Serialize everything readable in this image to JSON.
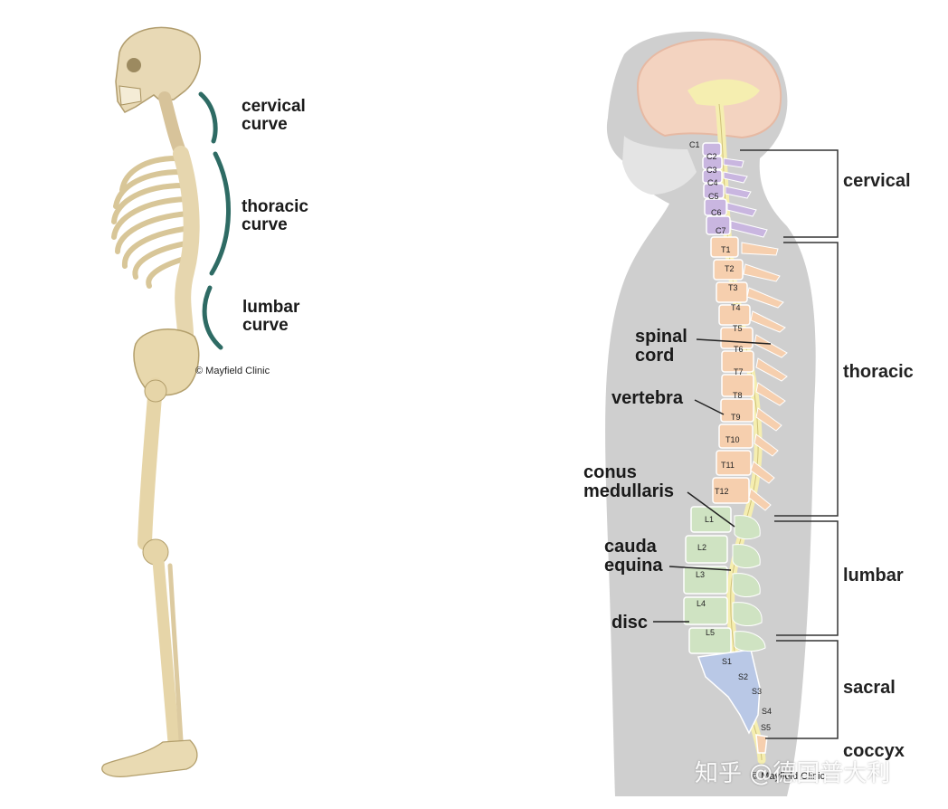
{
  "left_figure": {
    "curves": [
      {
        "id": "cervical",
        "line1": "cervical",
        "line2": "curve"
      },
      {
        "id": "thoracic",
        "line1": "thoracic",
        "line2": "curve"
      },
      {
        "id": "lumbar",
        "line1": "lumbar",
        "line2": "curve"
      }
    ],
    "credit": "© Mayfield Clinic",
    "curve_color": "#2e6b64"
  },
  "right_figure": {
    "anatomy_labels": [
      {
        "id": "spinal-cord",
        "line1": "spinal",
        "line2": "cord"
      },
      {
        "id": "vertebra",
        "line1": "vertebra",
        "line2": ""
      },
      {
        "id": "conus-medullaris",
        "line1": "conus",
        "line2": "medullaris"
      },
      {
        "id": "cauda-equina",
        "line1": "cauda",
        "line2": "equina"
      },
      {
        "id": "disc",
        "line1": "disc",
        "line2": ""
      }
    ],
    "regions": [
      "cervical",
      "thoracic",
      "lumbar",
      "sacral",
      "coccyx"
    ],
    "vertebrae": {
      "cervical": [
        "C1",
        "C2",
        "C3",
        "C4",
        "C5",
        "C6",
        "C7"
      ],
      "thoracic": [
        "T1",
        "T2",
        "T3",
        "T4",
        "T5",
        "T6",
        "T7",
        "T8",
        "T9",
        "T10",
        "T11",
        "T12"
      ],
      "lumbar": [
        "L1",
        "L2",
        "L3",
        "L4",
        "L5"
      ],
      "sacral": [
        "S1",
        "S2",
        "S3",
        "S4",
        "S5"
      ]
    },
    "credit": "© Mayfield Clinic",
    "colors": {
      "cervical": "#c9b6e0",
      "thoracic": "#f6cfae",
      "lumbar": "#cfe3c2",
      "sacral": "#b9c8e6",
      "cord": "#f5eeb0",
      "body": "#cfcfcf"
    }
  },
  "watermark": "知乎 @德国普大利"
}
